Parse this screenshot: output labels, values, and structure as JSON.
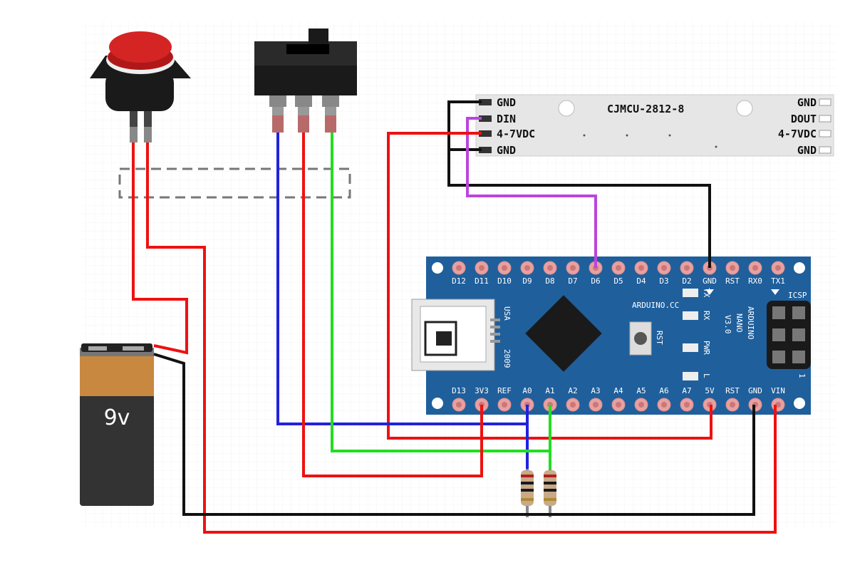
{
  "components": {
    "push_button": {
      "name": "push button"
    },
    "slide_switch": {
      "name": "slide switch"
    },
    "battery": {
      "label": "9v"
    },
    "led_strip": {
      "title": "CJMCU-2812-8",
      "left_pins": [
        "GND",
        "DIN",
        "4-7VDC",
        "GND"
      ],
      "right_pins": [
        "GND",
        "DOUT",
        "4-7VDC",
        "GND"
      ]
    },
    "arduino": {
      "top_pins": [
        "D12",
        "D11",
        "D10",
        "D9",
        "D8",
        "D7",
        "D6",
        "D5",
        "D4",
        "D3",
        "D2",
        "GND",
        "RST",
        "RX0",
        "TX1"
      ],
      "bottom_pins": [
        "D13",
        "3V3",
        "REF",
        "A0",
        "A1",
        "A2",
        "A3",
        "A4",
        "A5",
        "A6",
        "A7",
        "5V",
        "RST",
        "GND",
        "VIN"
      ],
      "brand": "ARDUINO.CC",
      "model_lines": [
        "ARDUINO",
        "NANO",
        "V3.0"
      ],
      "usa": "USA",
      "year": "2009",
      "rst_button": "RST",
      "leds": [
        "TX",
        "RX",
        "PWR",
        "L"
      ],
      "icsp": "ICSP",
      "icsp_one": "1"
    },
    "resistors": {
      "count": 2
    }
  },
  "colors": {
    "board": "#1f5f9c",
    "wire_power": "#ee1111",
    "wire_ground": "#111111",
    "wire_signal_a0": "#2222dd",
    "wire_signal_a1": "#22dd22",
    "wire_data": "#bb44dd",
    "button_cap": "#d42424",
    "battery_top": "#c98840",
    "battery_body": "#333333"
  }
}
